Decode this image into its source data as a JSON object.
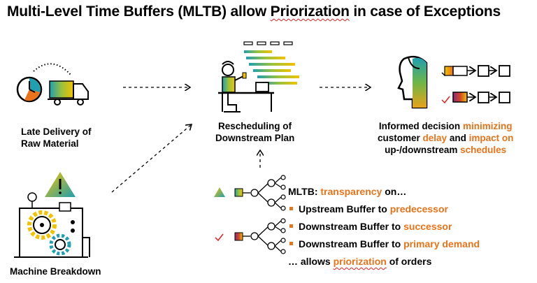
{
  "title": {
    "part1": "Multi-Level Time Buffers (MLTB) allow ",
    "highlight": "Priorization",
    "part2": " in case of Exceptions"
  },
  "labels": {
    "late_delivery_line1": "Late Delivery of",
    "late_delivery_line2": "Raw Material",
    "rescheduling_line1": "Rescheduling of",
    "rescheduling_line2": "Downstream Plan",
    "machine_breakdown": "Machine Breakdown"
  },
  "decision": {
    "l1_a": "Informed decision ",
    "l1_b": "minimizing",
    "l2_a": "customer ",
    "l2_b": "delay",
    "l2_c": " and ",
    "l2_d": "impact on",
    "l3_a": "up-/downstream ",
    "l3_b": "schedules"
  },
  "mltb": {
    "prefix": "MLTB: ",
    "transparency": "transparency",
    "on": " on…",
    "b1_a": "Upstream Buffer to ",
    "b1_b": "predecessor",
    "b2_a": "Downstream Buffer to ",
    "b2_b": "successor",
    "b3_a": "Downstream Buffer to ",
    "b3_b": "primary demand",
    "allows_a": "… allows ",
    "allows_b": "priorization",
    "allows_c": " of orders"
  },
  "colors": {
    "accent_orange": "#e8731a",
    "teal": "#1f9fb0",
    "yellow": "#f2c200",
    "purple": "#8e2a7e",
    "red": "#e02020"
  },
  "icons": [
    "clock-icon",
    "truck-icon",
    "worker-at-desk-icon",
    "person-head-icon",
    "warning-triangle-icon",
    "machine-gears-icon",
    "tree-diagram-icon",
    "check-icon"
  ]
}
